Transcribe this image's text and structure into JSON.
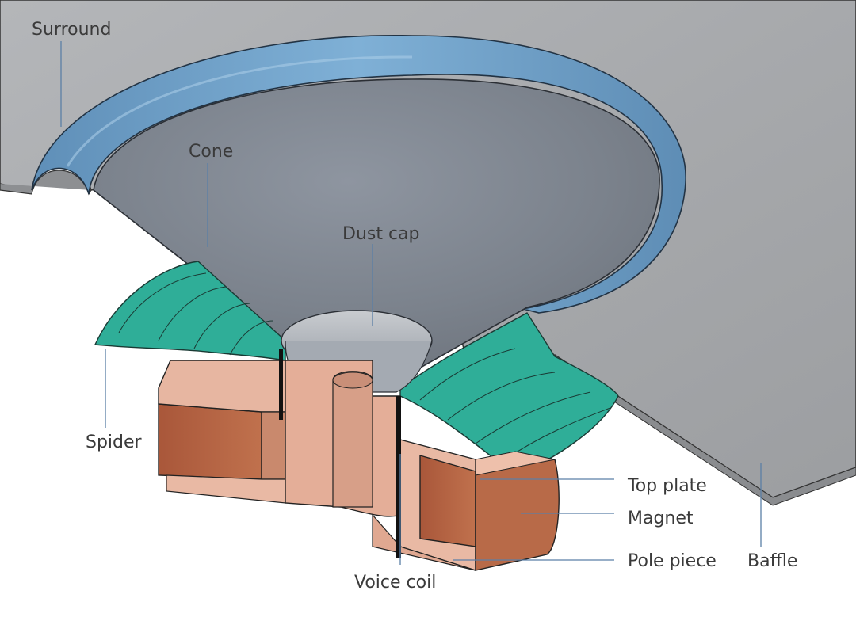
{
  "labels": {
    "surround": "Surround",
    "cone": "Cone",
    "dust_cap": "Dust cap",
    "spider": "Spider",
    "top_plate": "Top plate",
    "magnet": "Magnet",
    "pole_piece": "Pole piece",
    "baffle": "Baffle",
    "voice_coil": "Voice coil"
  },
  "colors": {
    "baffle": "#a9abae",
    "surround": "#6f9cc3",
    "cone": "#7b828c",
    "spider": "#2fae98",
    "magnet": "#b5623f",
    "plate": "#e7b6a1",
    "leader": "#5b7fa6"
  }
}
